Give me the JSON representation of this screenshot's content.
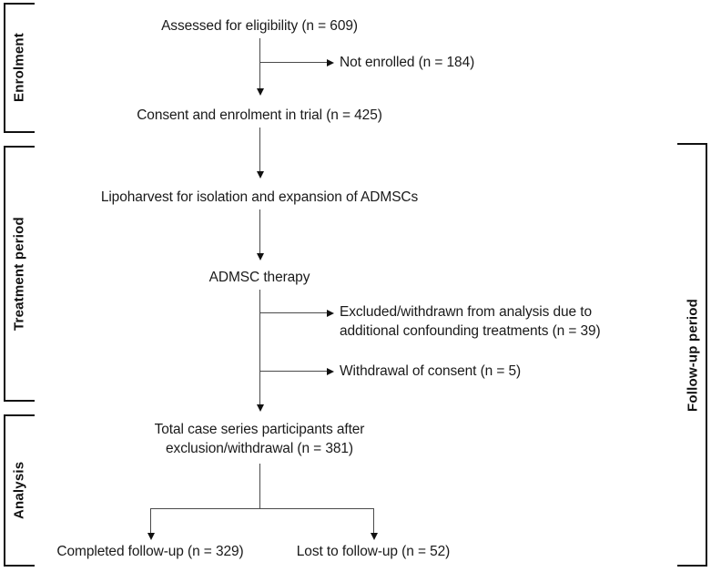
{
  "figure": {
    "type": "flowchart",
    "title": "CONSORT-style participant flow diagram"
  },
  "stages": [
    {
      "id": "enrolment",
      "label": "Enrolment"
    },
    {
      "id": "treatment",
      "label": "Treatment period"
    },
    {
      "id": "analysis",
      "label": "Analysis"
    },
    {
      "id": "followup",
      "label": "Follow-up period"
    }
  ],
  "nodes": {
    "assessed": "Assessed for eligibility (n = 609)",
    "not_enrolled": "Not enrolled (n = 184)",
    "consent": "Consent and enrolment in trial (n = 425)",
    "lipoharvest": "Lipoharvest for isolation and expansion of ADMSCs",
    "admsc_therapy": "ADMSC therapy",
    "excluded_line1": "Excluded/withdrawn from analysis due to",
    "excluded_line2": "additional confounding treatments (n = 39)",
    "withdrawal": "Withdrawal of consent (n = 5)",
    "total_line1": "Total case series participants after",
    "total_line2": "exclusion/withdrawal (n = 381)",
    "completed": "Completed follow-up (n = 329)",
    "lost": "Lost to follow-up (n = 52)"
  },
  "counts": {
    "assessed": 609,
    "not_enrolled": 184,
    "consent": 425,
    "excluded_confounding": 39,
    "withdrawal_consent": 5,
    "total_after_exclusion": 381,
    "completed_followup": 329,
    "lost_to_followup": 52
  },
  "colors": {
    "text": "#1a1a1a",
    "line": "#4a4a4a",
    "bracket": "#111111",
    "background": "#ffffff"
  }
}
